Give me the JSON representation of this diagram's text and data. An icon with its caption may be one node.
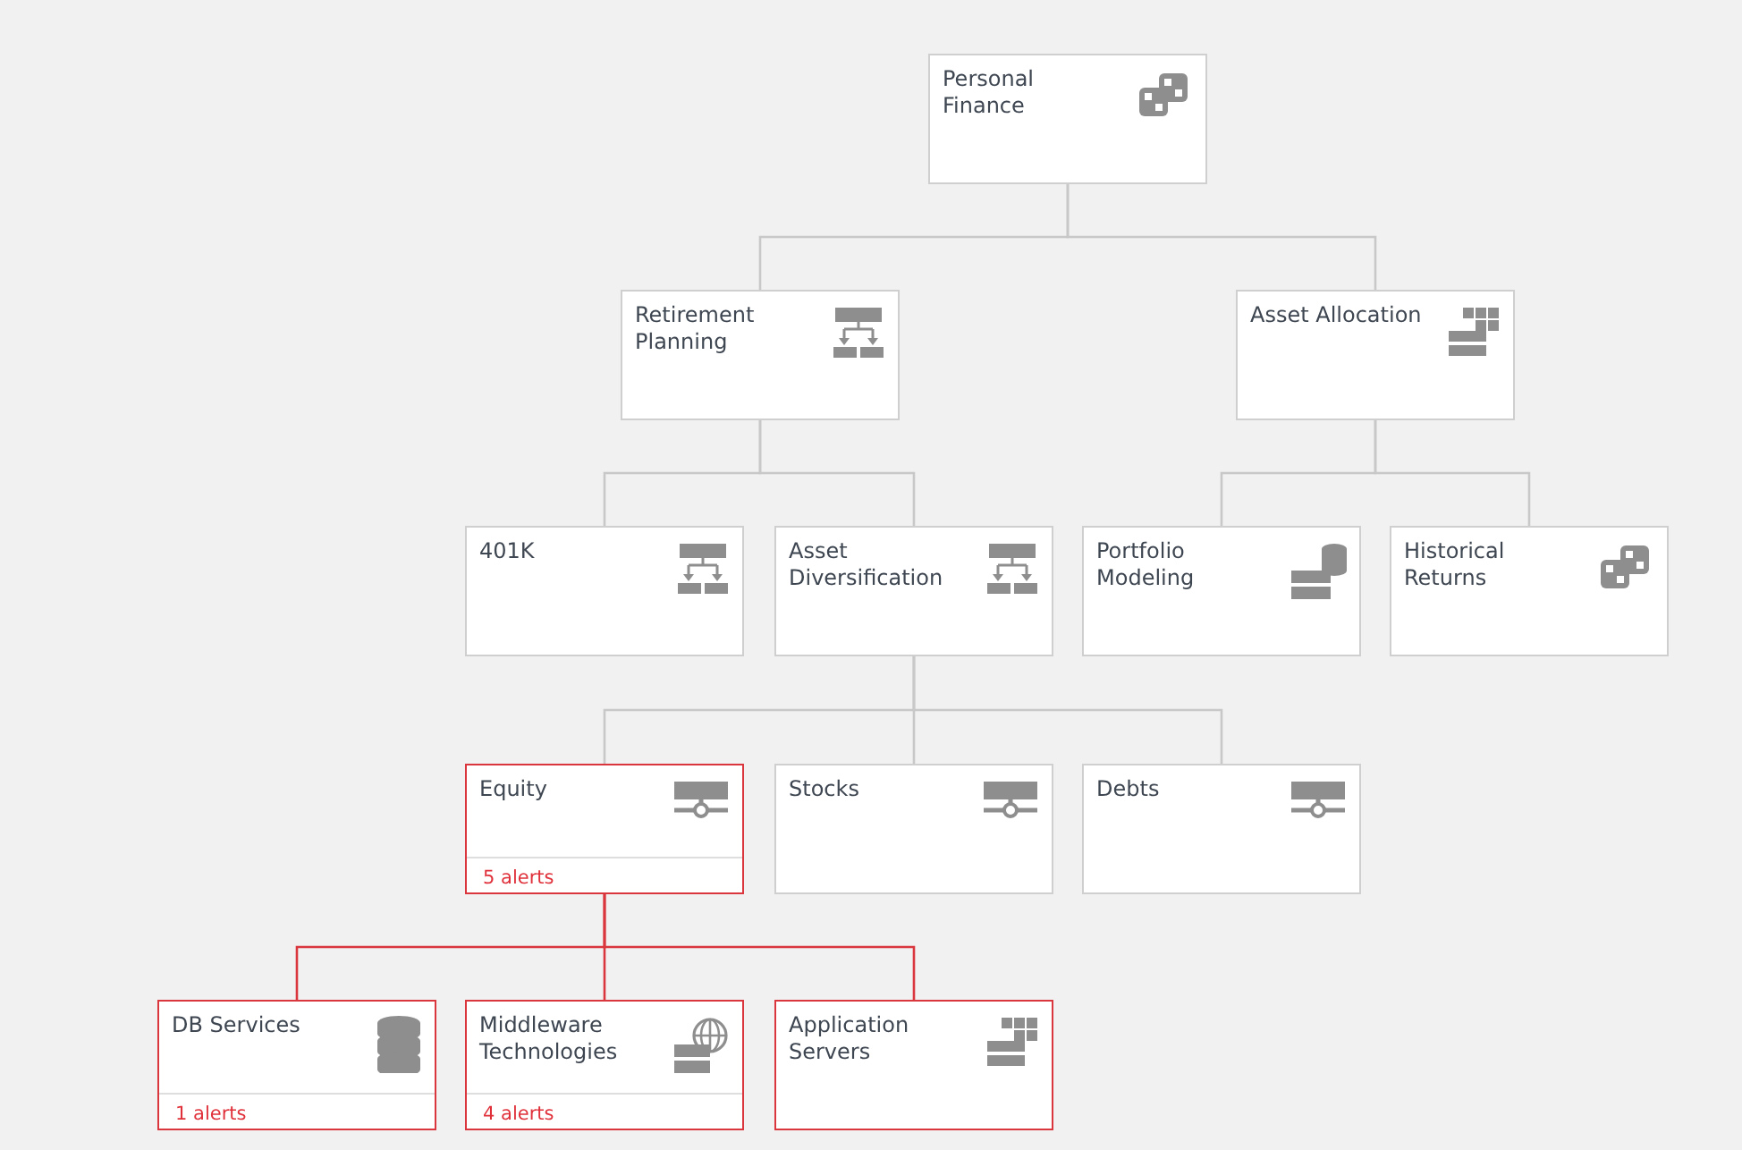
{
  "diagram": {
    "nodes": [
      {
        "text": [
          "Personal Finance"
        ]
      },
      {
        "text": [
          "Retirement Planning"
        ]
      },
      {
        "text": [
          "Asset Allocation"
        ]
      },
      {
        "text": [
          "401K"
        ]
      },
      {
        "text": [
          "Asset Diversification"
        ]
      },
      {
        "text": [
          "Portfolio Modeling"
        ]
      },
      {
        "text": [
          "Historical Returns"
        ]
      },
      {
        "text": [
          "Equity",
          "5 alerts"
        ]
      },
      {
        "text": [
          "Stocks"
        ]
      },
      {
        "text": [
          "Debts"
        ]
      },
      {
        "text": [
          "DB Services",
          "1 alerts"
        ]
      },
      {
        "text": [
          "Middleware Technologies",
          "4 alerts"
        ]
      },
      {
        "text": [
          "Application Servers"
        ]
      }
    ],
    "edges": [
      {
        "from": 0,
        "to": 1,
        "arrow": "none"
      },
      {
        "from": 0,
        "to": 2,
        "arrow": "none"
      },
      {
        "from": 1,
        "to": 3,
        "arrow": "none"
      },
      {
        "from": 1,
        "to": 4,
        "arrow": "none"
      },
      {
        "from": 2,
        "to": 5,
        "arrow": "none"
      },
      {
        "from": 2,
        "to": 6,
        "arrow": "none"
      },
      {
        "from": 4,
        "to": 7,
        "arrow": "none"
      },
      {
        "from": 4,
        "to": 8,
        "arrow": "none"
      },
      {
        "from": 4,
        "to": 9,
        "arrow": "none"
      },
      {
        "from": 7,
        "to": 10,
        "arrow": "none",
        "color": "#d9363e"
      },
      {
        "from": 7,
        "to": 11,
        "arrow": "none",
        "color": "#d9363e"
      },
      {
        "from": 7,
        "to": 12,
        "arrow": "none",
        "color": "#d9363e"
      }
    ]
  }
}
